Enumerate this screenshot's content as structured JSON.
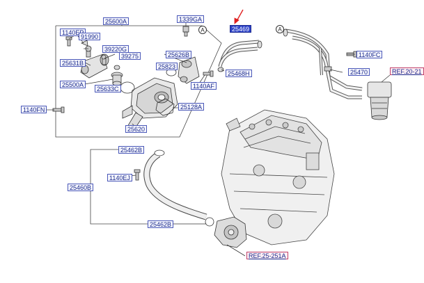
{
  "callouts": {
    "c25600A": "25600A",
    "c1339GA": "1339GA",
    "c25469": "25469",
    "c1140EP": "1140EP",
    "c91990": "91990",
    "c39220G": "39220G",
    "c39275": "39275",
    "c25626B": "25626B",
    "c25631B": "25631B",
    "c25823": "25823",
    "c25468H": "25468H",
    "c1140AF": "1140AF",
    "c25500A": "25500A",
    "c25633C": "25633C",
    "c25128A": "25128A",
    "c1140FN": "1140FN",
    "c25620": "25620",
    "c1140FC": "1140FC",
    "c25470": "25470",
    "c25462B_top": "25462B",
    "c1140EJ": "1140EJ",
    "c25460B": "25460B",
    "c25462B_bottom": "25462B"
  },
  "references": {
    "ref_20_21": "REF.20-21",
    "ref_25_251A": "REF.25-251A"
  },
  "markers": {
    "view_a_left": "A",
    "view_a_right": "A"
  },
  "colors": {
    "label_border": "#4a58b8",
    "label_text": "#1a2a8c",
    "highlight_fill": "#2f44c8",
    "pointer_arrow": "#e02020",
    "reference_border": "#c0406a",
    "line_art": "#333333"
  }
}
